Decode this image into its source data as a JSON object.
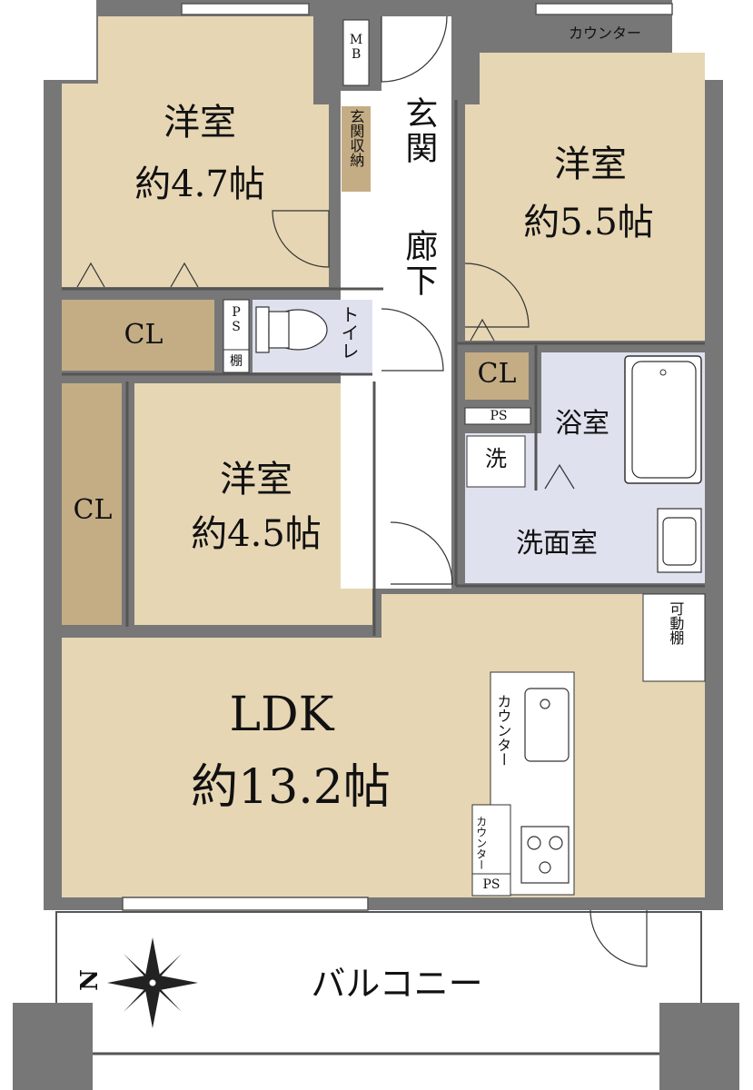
{
  "colors": {
    "wall": "#777777",
    "room_floor": "#e6d6b4",
    "storage_floor": "#c4ac84",
    "wet_area_floor": "#dfe2ee",
    "hall_floor": "#ffffff",
    "balcony_floor": "#ffffff"
  },
  "rooms": {
    "western_a": {
      "name": "洋室",
      "size": "約4.7帖"
    },
    "western_b": {
      "name": "洋室",
      "size": "約5.5帖"
    },
    "western_c": {
      "name": "洋室",
      "size": "約4.5帖"
    },
    "ldk": {
      "name": "LDK",
      "size": "約13.2帖"
    }
  },
  "labels": {
    "entrance": "玄関",
    "hallway": "廊下",
    "entrance_storage": "玄関収納",
    "mb": "MB",
    "counter_top": "カウンター",
    "toilet": "トイレ",
    "ps": "PS",
    "shelf": "棚",
    "closet": "CL",
    "bath": "浴室",
    "washroom": "洗面室",
    "washer": "洗",
    "movable_shelf": "可動棚",
    "kitchen_counter": "カウンター",
    "balcony": "バルコニー",
    "north": "N"
  },
  "icons": {
    "compass": "north-compass-icon",
    "door_swing": "door-swing-icon",
    "bathtub": "bathtub-icon",
    "toilet": "toilet-icon",
    "sink": "sink-icon",
    "stove": "stove-icon"
  }
}
